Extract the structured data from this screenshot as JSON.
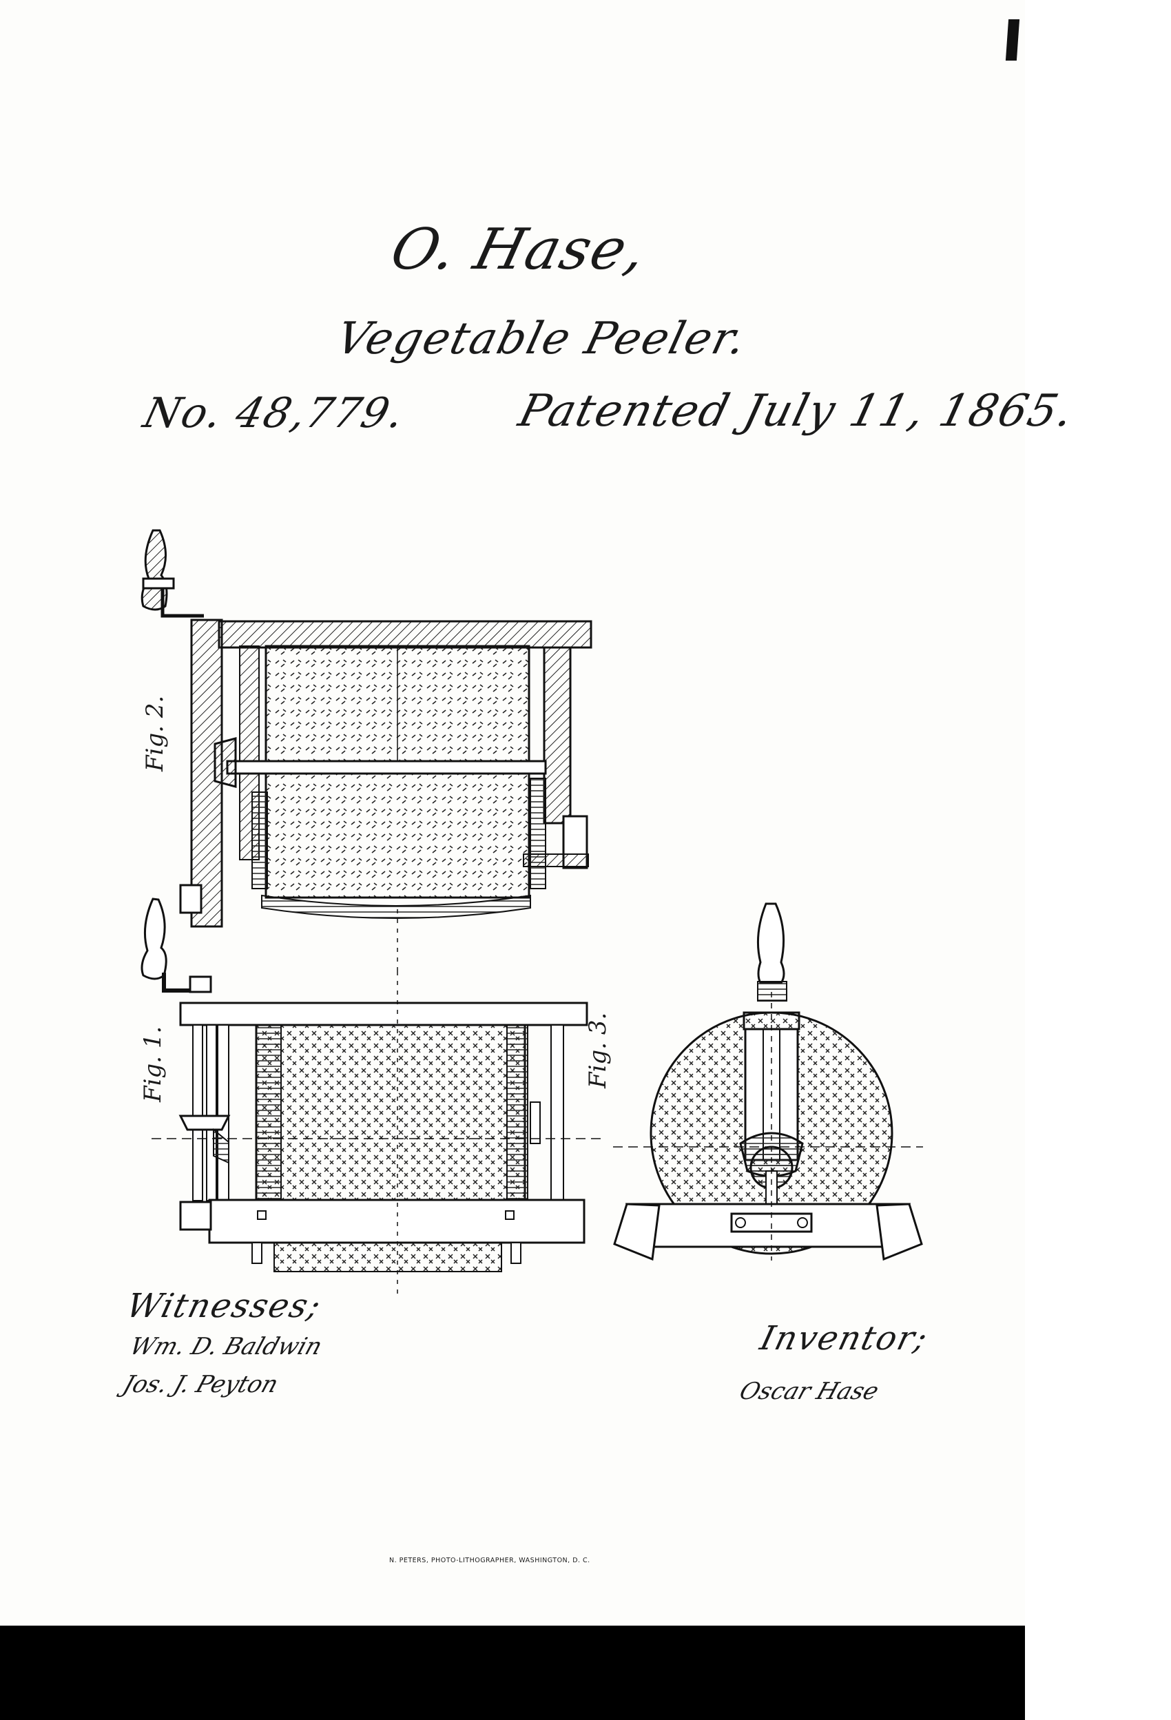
{
  "header": {
    "inventor_name": "O. Hase,",
    "title": "Vegetable Peeler.",
    "patent_number": "No. 48,779.",
    "patent_date": "Patented July 11, 1865."
  },
  "figures": {
    "fig1": "Fig. 1.",
    "fig2": "Fig. 2.",
    "fig3": "Fig. 3."
  },
  "witnesses": {
    "label": "Witnesses;",
    "names": [
      "Wm. D. Baldwin",
      "Jos. J. Peyton"
    ]
  },
  "inventor": {
    "label": "Inventor;",
    "signature": "Oscar Hase"
  },
  "footer": {
    "printer": "N. PETERS, PHOTO-LITHOGRAPHER, WASHINGTON, D. C."
  }
}
